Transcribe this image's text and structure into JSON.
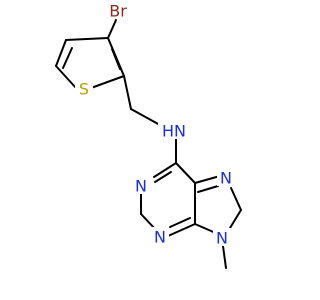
{
  "molecule": {
    "atoms": {
      "br": {
        "text": "Br",
        "color": "#8b2a1e"
      },
      "s": {
        "text": "S",
        "color": "#b8a000"
      },
      "nh_n": {
        "text": "N",
        "color": "#1a2fd6"
      },
      "nh_h": {
        "text": "H",
        "color": "#1a2fd6"
      },
      "n1": {
        "text": "N",
        "color": "#1a2fd6"
      },
      "n3": {
        "text": "N",
        "color": "#1a2fd6"
      },
      "n7": {
        "text": "N",
        "color": "#1a2fd6"
      },
      "n9": {
        "text": "N",
        "color": "#1a2fd6"
      }
    }
  }
}
